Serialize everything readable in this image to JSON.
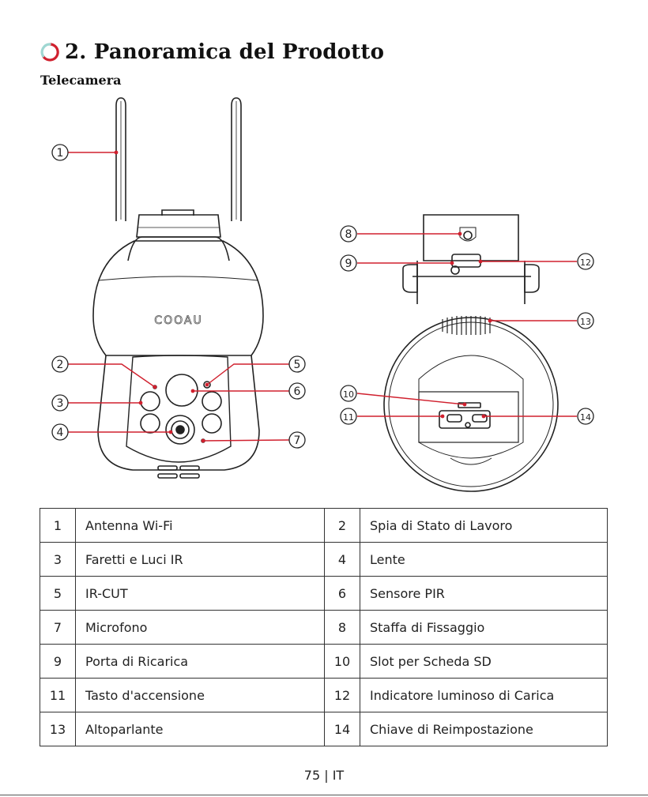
{
  "page": {
    "section_title": "2. Panoramica del Prodotto",
    "subtitle": "Telecamera",
    "accent_color": "#d0202e",
    "icon_colors": [
      "#d0202e",
      "#9fd7d2"
    ],
    "footer": "75 | IT"
  },
  "figure": {
    "brand": "COOAU",
    "callouts": [
      "1",
      "2",
      "3",
      "4",
      "5",
      "6",
      "7",
      "8",
      "9",
      "10",
      "11",
      "12",
      "13",
      "14"
    ]
  },
  "parts": [
    {
      "num_a": "1",
      "label_a": "Antenna Wi-Fi",
      "num_b": "2",
      "label_b": "Spia di Stato di Lavoro"
    },
    {
      "num_a": "3",
      "label_a": "Faretti e Luci IR",
      "num_b": "4",
      "label_b": "Lente"
    },
    {
      "num_a": "5",
      "label_a": "IR-CUT",
      "num_b": "6",
      "label_b": "Sensore PIR"
    },
    {
      "num_a": "7",
      "label_a": "Microfono",
      "num_b": "8",
      "label_b": "Staffa di Fissaggio"
    },
    {
      "num_a": "9",
      "label_a": "Porta di Ricarica",
      "num_b": "10",
      "label_b": "Slot per Scheda SD"
    },
    {
      "num_a": "11",
      "label_a": "Tasto d'accensione",
      "num_b": "12",
      "label_b": "Indicatore luminoso di Carica"
    },
    {
      "num_a": "13",
      "label_a": "Altoparlante",
      "num_b": "14",
      "label_b": "Chiave di Reimpostazione"
    }
  ]
}
